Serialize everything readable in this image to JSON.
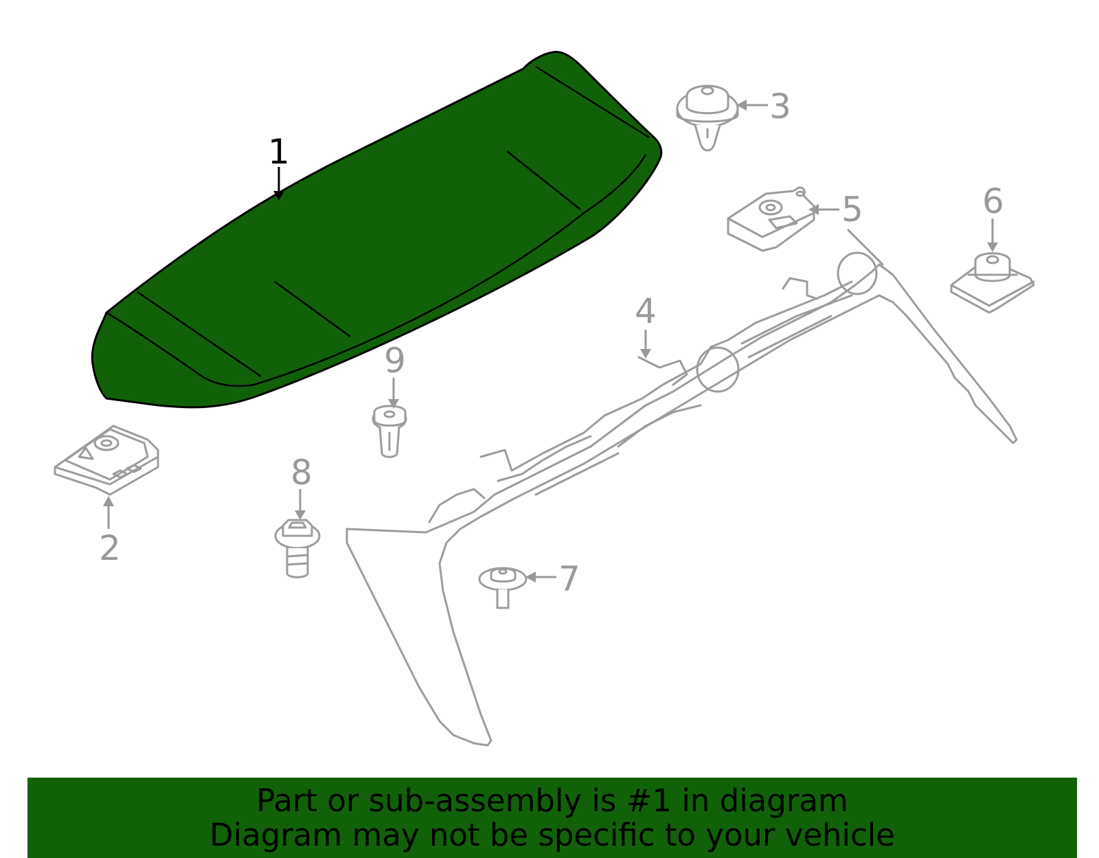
{
  "diagram": {
    "callouts": [
      {
        "number": "1",
        "selected": true
      },
      {
        "number": "2",
        "selected": false
      },
      {
        "number": "3",
        "selected": false
      },
      {
        "number": "4",
        "selected": false
      },
      {
        "number": "5",
        "selected": false
      },
      {
        "number": "6",
        "selected": false
      },
      {
        "number": "7",
        "selected": false
      },
      {
        "number": "8",
        "selected": false
      },
      {
        "number": "9",
        "selected": false
      }
    ],
    "highlight_color": "#116108"
  },
  "banner": {
    "line1": "Part or sub-assembly is #1 in diagram",
    "line2": "Diagram may not be specific to your vehicle",
    "background_color": "#116108"
  }
}
